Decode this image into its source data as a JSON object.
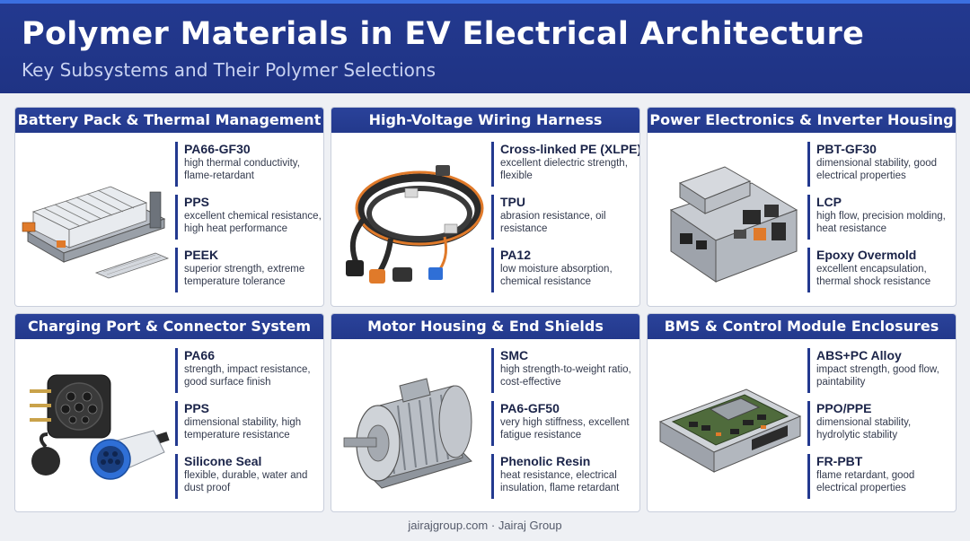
{
  "header": {
    "title": "Polymer Materials in EV Electrical Architecture",
    "subtitle": "Key Subsystems and Their Polymer Selections"
  },
  "cards": [
    {
      "title": "Battery Pack & Thermal Management",
      "illustration": "battery-pack-icon",
      "materials": [
        {
          "name": "PA66-GF30",
          "desc": "high thermal conductivity, flame-retardant"
        },
        {
          "name": "PPS",
          "desc": "excellent chemical resistance, high heat performance"
        },
        {
          "name": "PEEK",
          "desc": "superior strength, extreme temperature tolerance"
        }
      ]
    },
    {
      "title": "High-Voltage Wiring Harness",
      "illustration": "wiring-harness-icon",
      "materials": [
        {
          "name": "Cross-linked PE (XLPE)",
          "desc": "excellent dielectric strength, flexible"
        },
        {
          "name": "TPU",
          "desc": "abrasion resistance, oil resistance"
        },
        {
          "name": "PA12",
          "desc": "low moisture absorption, chemical resistance"
        }
      ]
    },
    {
      "title": "Power Electronics & Inverter Housing",
      "illustration": "inverter-housing-icon",
      "materials": [
        {
          "name": "PBT-GF30",
          "desc": "dimensional stability, good electrical properties"
        },
        {
          "name": "LCP",
          "desc": "high flow, precision molding, heat resistance"
        },
        {
          "name": "Epoxy Overmold",
          "desc": "excellent encapsulation, thermal shock resistance"
        }
      ]
    },
    {
      "title": "Charging Port & Connector System",
      "illustration": "charging-connector-icon",
      "materials": [
        {
          "name": "PA66",
          "desc": "strength, impact resistance, good surface finish"
        },
        {
          "name": "PPS",
          "desc": "dimensional stability, high temperature resistance"
        },
        {
          "name": "Silicone Seal",
          "desc": "flexible, durable, water and dust proof"
        }
      ]
    },
    {
      "title": "Motor Housing & End Shields",
      "illustration": "electric-motor-icon",
      "materials": [
        {
          "name": "SMC",
          "desc": "high strength-to-weight ratio, cost-effective"
        },
        {
          "name": "PA6-GF50",
          "desc": "very high stiffness, excellent fatigue resistance"
        },
        {
          "name": "Phenolic Resin",
          "desc": "heat resistance, electrical insulation, flame retardant"
        }
      ]
    },
    {
      "title": "BMS & Control Module Enclosures",
      "illustration": "control-module-icon",
      "materials": [
        {
          "name": "ABS+PC Alloy",
          "desc": "impact strength, good flow, paintability"
        },
        {
          "name": "PPO/PPE",
          "desc": "dimensional stability, hydrolytic stability"
        },
        {
          "name": "FR-PBT",
          "desc": "flame retardant, good electrical properties"
        }
      ]
    }
  ],
  "footer": {
    "site": "jairajgroup.com",
    "separator": "·",
    "brand": "Jairaj Group"
  }
}
